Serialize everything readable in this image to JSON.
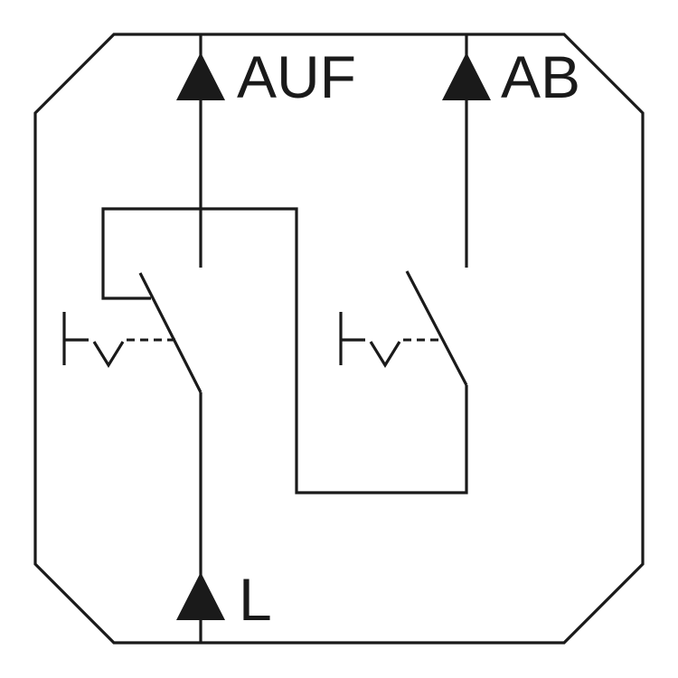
{
  "diagram": {
    "terminals": {
      "auf": "AUF",
      "ab": "AB",
      "l": "L"
    },
    "colors": {
      "line": "#1a1a1a",
      "background": "#ffffff"
    }
  }
}
